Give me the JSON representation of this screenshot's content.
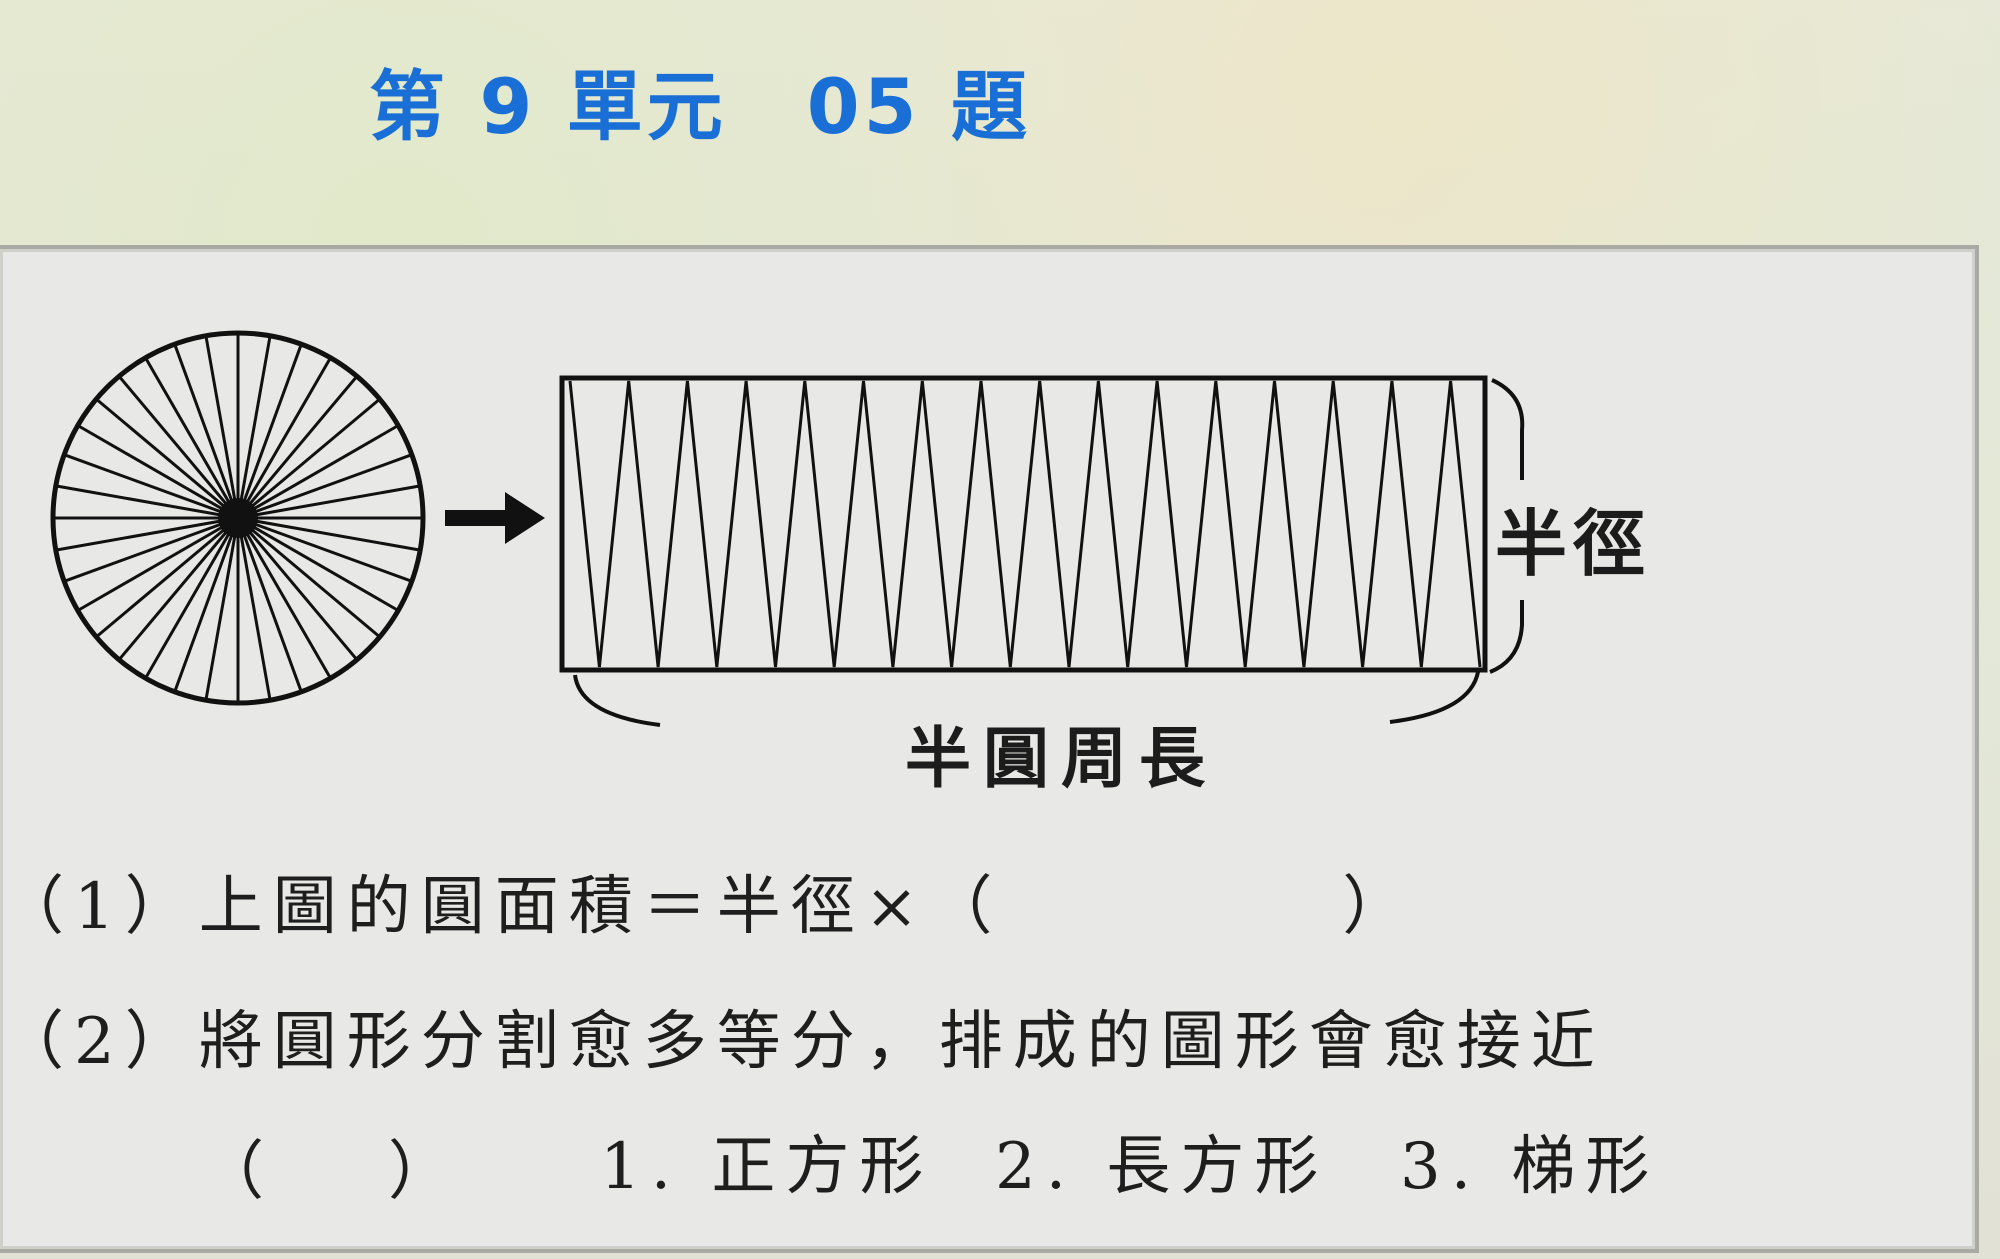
{
  "title": "第 9 單元　05 題",
  "diagram": {
    "radius_label": "半徑",
    "half_circumference_label": "半圓周長"
  },
  "questions": [
    {
      "number": "（1）",
      "text": "上圖的圓面積＝半徑×（",
      "close": "）"
    },
    {
      "number": "（2）",
      "text": "將圓形分割愈多等分，排成的圖形會愈接近"
    }
  ],
  "answer_blank": "（　）",
  "options": [
    {
      "label": "1. 正方形"
    },
    {
      "label": "2. 長方形"
    },
    {
      "label": "3. 梯形"
    }
  ]
}
